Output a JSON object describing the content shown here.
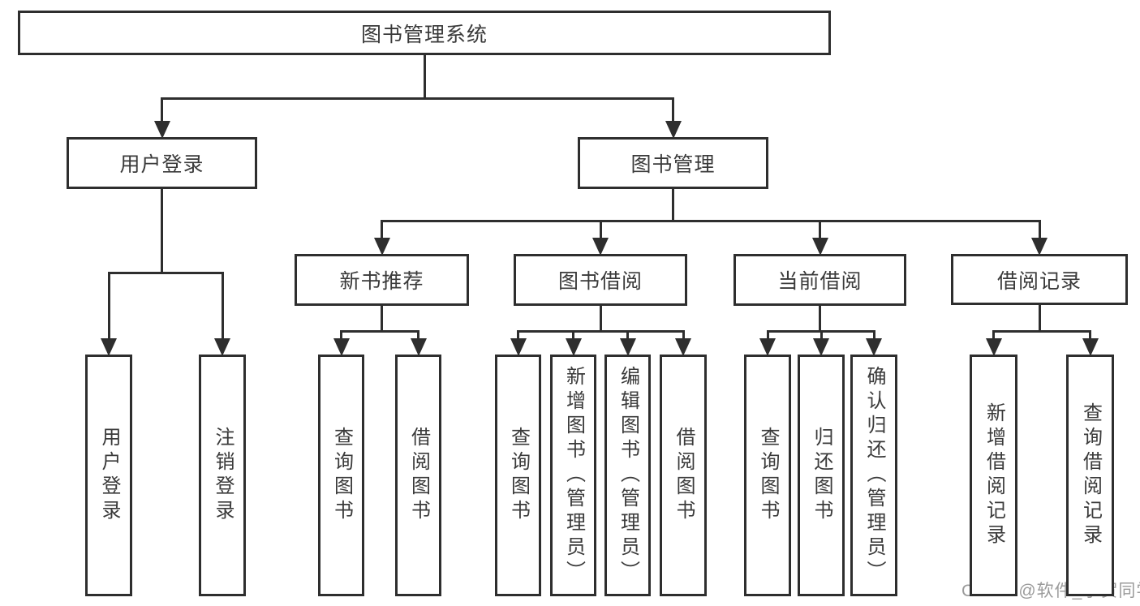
{
  "title": "图书管理系统",
  "watermark": "CSDN @软件_小贺同学",
  "colors": {
    "line": "#2e2e2e",
    "box_border": "#2e2e2e",
    "box_fill": "#ffffff",
    "text": "#3a3a3a",
    "watermark": "#9b9b9b",
    "background": "#ffffff"
  },
  "diagram": {
    "type": "hierarchy-tree",
    "nodes": [
      {
        "id": "system",
        "label": "图书管理系统"
      },
      {
        "id": "user-login",
        "label": "用户登录"
      },
      {
        "id": "book-mgmt",
        "label": "图书管理"
      },
      {
        "id": "new-book",
        "label": "新书推荐"
      },
      {
        "id": "book-borrow",
        "label": "图书借阅"
      },
      {
        "id": "current-borrow",
        "label": "当前借阅"
      },
      {
        "id": "borrow-record",
        "label": "借阅记录"
      },
      {
        "id": "login-user",
        "label": "用户登录"
      },
      {
        "id": "logout",
        "label": "注销登录"
      },
      {
        "id": "nb-query",
        "label": "查询图书"
      },
      {
        "id": "nb-borrow",
        "label": "借阅图书"
      },
      {
        "id": "bb-query",
        "label": "查询图书"
      },
      {
        "id": "bb-add",
        "label": "新增图书（管理员）"
      },
      {
        "id": "bb-edit",
        "label": "编辑图书（管理员）"
      },
      {
        "id": "bb-borrow",
        "label": "借阅图书"
      },
      {
        "id": "cb-query",
        "label": "查询图书"
      },
      {
        "id": "cb-return",
        "label": "归还图书"
      },
      {
        "id": "cb-confirm",
        "label": "确认归还（管理员）"
      },
      {
        "id": "br-add",
        "label": "新增借阅记录"
      },
      {
        "id": "br-query",
        "label": "查询借阅记录"
      }
    ],
    "edges": [
      {
        "from": "system",
        "to": [
          "user-login",
          "book-mgmt"
        ]
      },
      {
        "from": "user-login",
        "to": [
          "login-user",
          "logout"
        ]
      },
      {
        "from": "book-mgmt",
        "to": [
          "new-book",
          "book-borrow",
          "current-borrow",
          "borrow-record"
        ]
      },
      {
        "from": "new-book",
        "to": [
          "nb-query",
          "nb-borrow"
        ]
      },
      {
        "from": "book-borrow",
        "to": [
          "bb-query",
          "bb-add",
          "bb-edit",
          "bb-borrow"
        ]
      },
      {
        "from": "current-borrow",
        "to": [
          "cb-query",
          "cb-return",
          "cb-confirm"
        ]
      },
      {
        "from": "borrow-record",
        "to": [
          "br-add",
          "br-query"
        ]
      }
    ]
  }
}
